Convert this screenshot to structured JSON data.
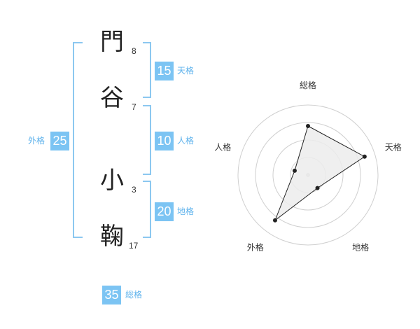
{
  "name": {
    "chars": [
      {
        "char": "門",
        "strokes": "8"
      },
      {
        "char": "谷",
        "strokes": "7"
      },
      {
        "char": "小",
        "strokes": "3"
      },
      {
        "char": "鞠",
        "strokes": "17"
      }
    ]
  },
  "kaku": {
    "tenkaku": {
      "value": "15",
      "label": "天格"
    },
    "jinkaku": {
      "value": "10",
      "label": "人格"
    },
    "chikaku": {
      "value": "20",
      "label": "地格"
    },
    "gaikaku": {
      "value": "25",
      "label": "外格"
    },
    "soukaku": {
      "value": "35",
      "label": "総格"
    }
  },
  "colors": {
    "accent": "#7cc4f3",
    "bracket": "#8cc8f0"
  },
  "chart_data": {
    "type": "radar",
    "axes": [
      "総格",
      "天格",
      "地格",
      "外格",
      "人格"
    ],
    "values": [
      0.7,
      0.85,
      0.23,
      0.8,
      0.2
    ],
    "rings": 4,
    "range": [
      0,
      1
    ]
  }
}
